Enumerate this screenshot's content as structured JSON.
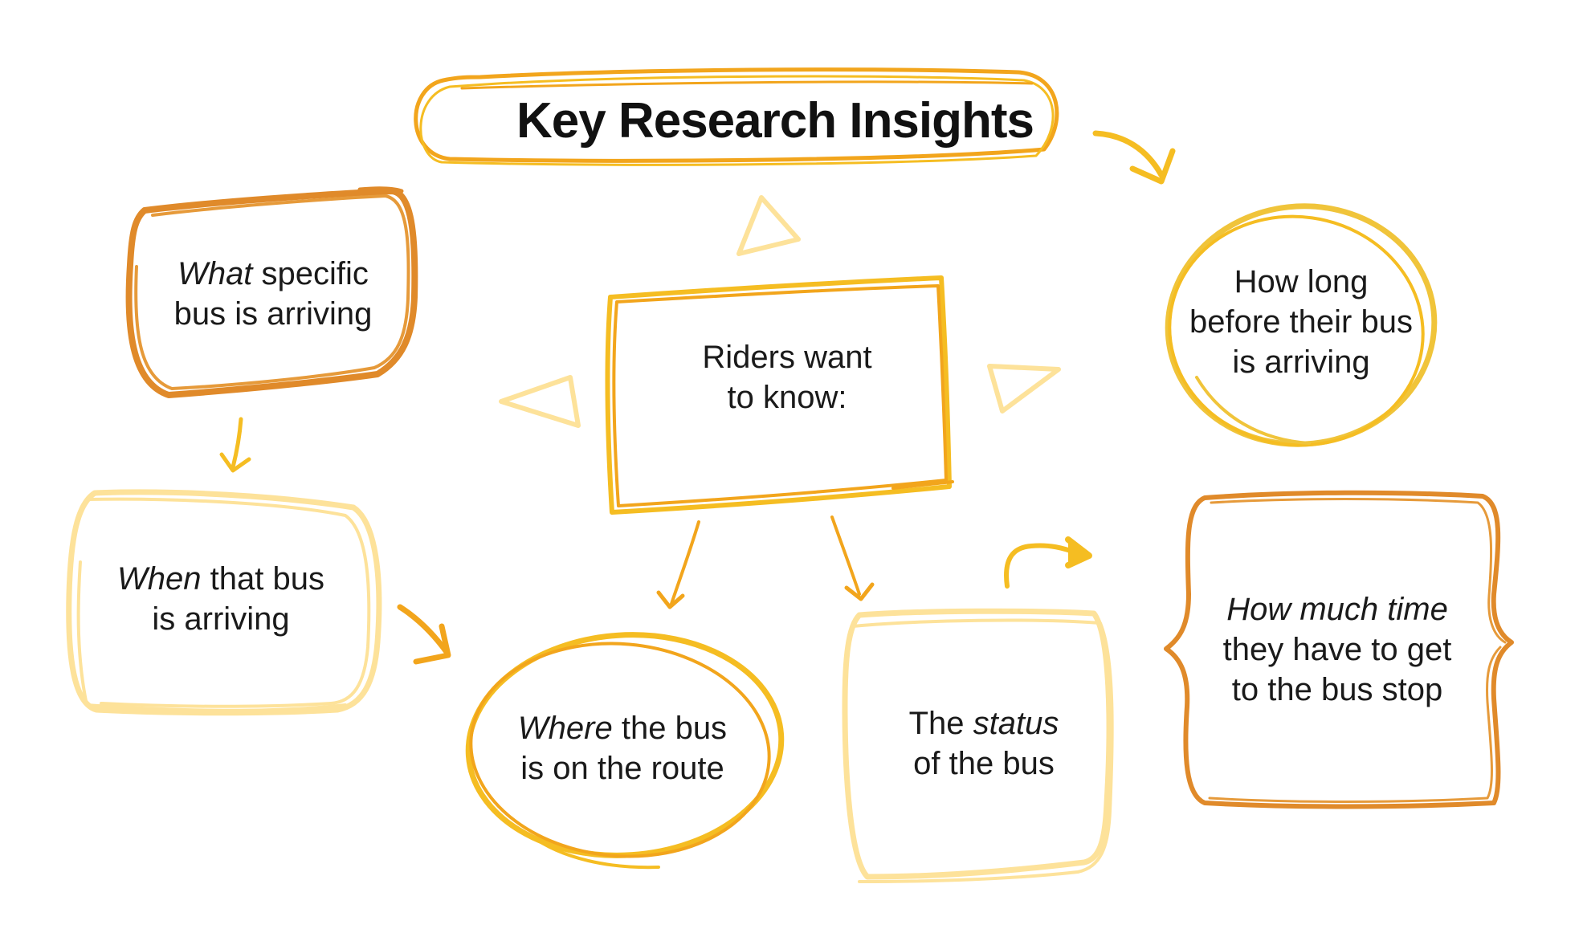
{
  "title": "Key Research Insights",
  "colors": {
    "dark_orange": "#e08a2a",
    "orange": "#f2a51c",
    "yellow": "#f5bd22",
    "gold": "#f0c43a",
    "light_yellow": "#fde29a",
    "text": "#1a1a1a"
  },
  "nodes": {
    "center": {
      "line1": "Riders want",
      "line2": "to know:"
    },
    "what": {
      "em": "What",
      "rest1": " specific",
      "line2": "bus is arriving"
    },
    "when": {
      "em": "When",
      "rest1": " that bus",
      "line2": "is arriving"
    },
    "where": {
      "em": "Where",
      "rest1": " the bus",
      "line2": "is on the route"
    },
    "status": {
      "pre": "The ",
      "em": "status",
      "line2": "of the bus"
    },
    "how_long": {
      "line1": "How long",
      "line2": "before their bus",
      "line3": "is arriving"
    },
    "how_much": {
      "line1": "How much time",
      "line2": "they have to get",
      "line3": "to the bus stop"
    }
  }
}
